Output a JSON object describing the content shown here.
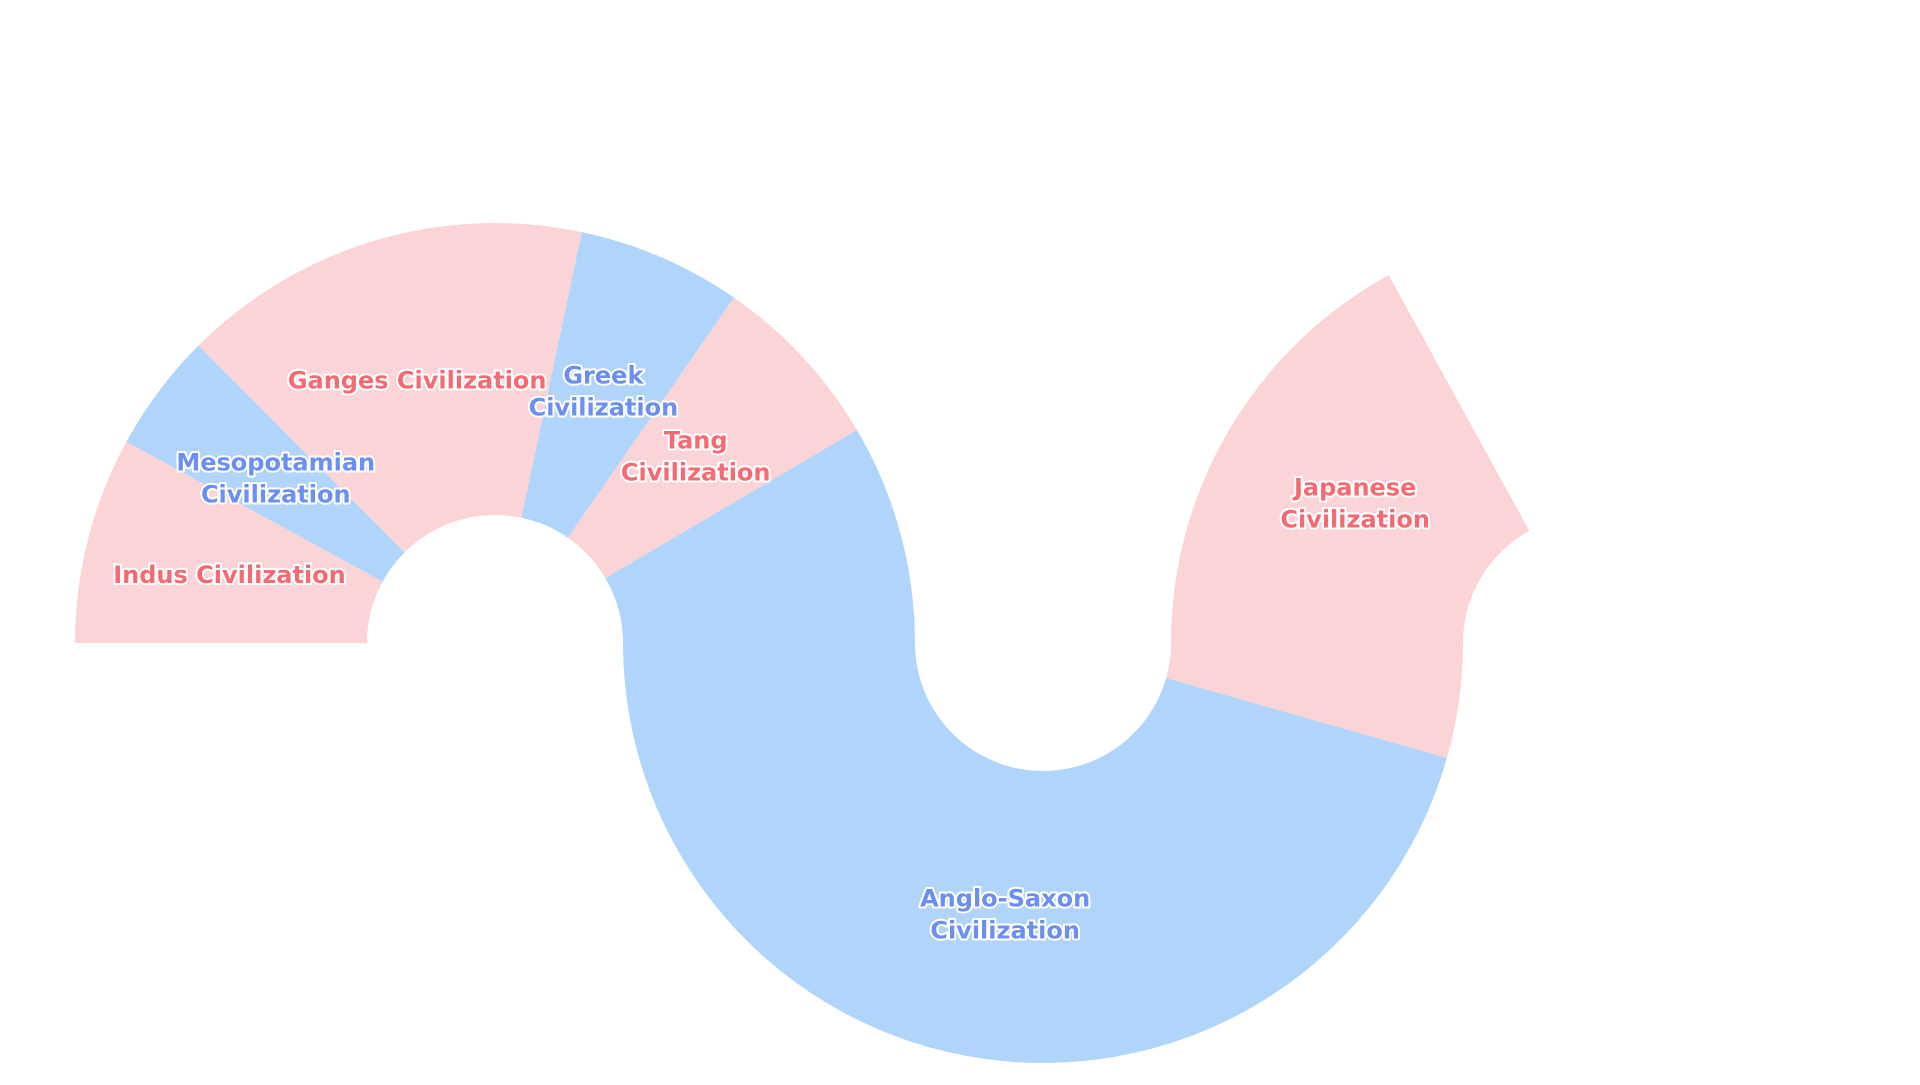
{
  "chart_data": {
    "type": "pie",
    "style": "snake-shaped ring (three connected half-rings)",
    "legend": "none",
    "categories": [
      "Indus Civilization",
      "Mesopotamian Civilization",
      "Ganges Civilization",
      "Greek Civilization",
      "Tang Civilization",
      "Anglo-Saxon Civilization",
      "Japanese Civilization"
    ],
    "values": [
      6.8,
      3.9,
      13.5,
      5.4,
      5.9,
      46.2,
      18.3
    ],
    "label_lines": [
      [
        "Indus Civilization"
      ],
      [
        "Mesopotamian",
        "Civilization"
      ],
      [
        "Ganges Civilization"
      ],
      [
        "Greek",
        "Civilization"
      ],
      [
        "Tang",
        "Civilization"
      ],
      [
        "Anglo-Saxon",
        "Civilization"
      ],
      [
        "Japanese",
        "Civilization"
      ]
    ],
    "colors": {
      "slice_a": "#fad4d6",
      "slice_b": "#b1d4fa",
      "label_a": "#f56b74",
      "label_b": "#6c8ff0"
    }
  }
}
